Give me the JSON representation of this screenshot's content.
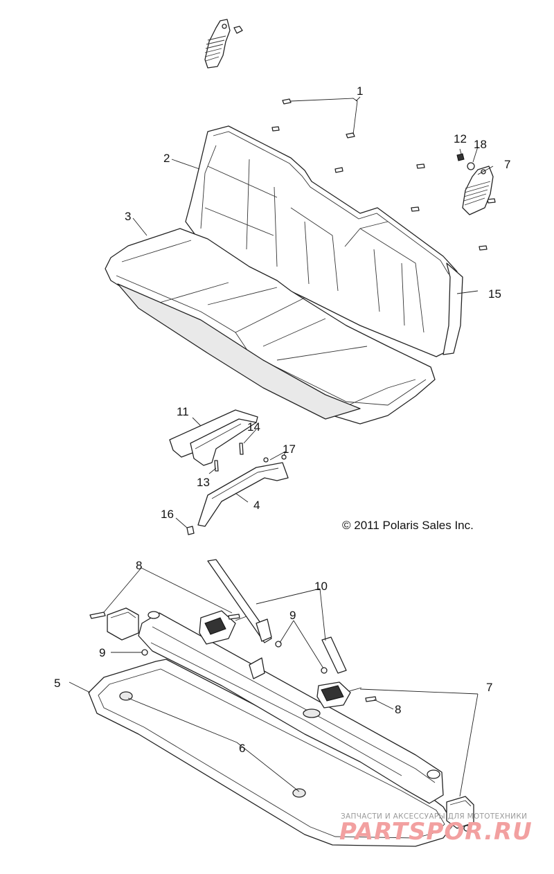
{
  "callouts": {
    "c1": "1",
    "c2": "2",
    "c3": "3",
    "c4": "4",
    "c5": "5",
    "c6": "6",
    "c7a": "7",
    "c7b": "7",
    "c8a": "8",
    "c8b": "8",
    "c9a": "9",
    "c9b": "9",
    "c10": "10",
    "c11": "11",
    "c12": "12",
    "c13": "13",
    "c14": "14",
    "c15": "15",
    "c16": "16",
    "c17": "17",
    "c18": "18"
  },
  "copyright": "© 2011 Polaris Sales Inc.",
  "watermark": {
    "tagline": "ЗАПЧАСТИ И АКСЕССУАРЫ ДЛЯ МОТОТЕХНИКИ",
    "brand": "PARTSPOR.RU"
  }
}
